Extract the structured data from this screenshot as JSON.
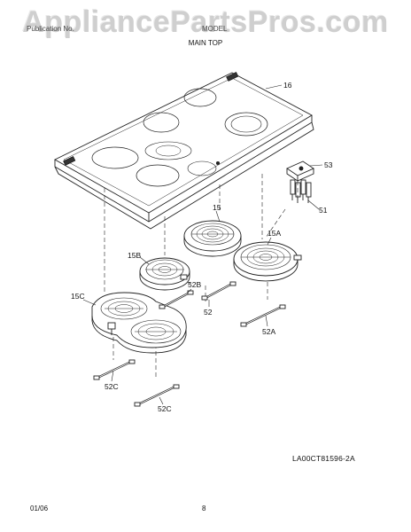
{
  "watermark": "AppliancePartsPros.com",
  "header": {
    "left_text": "Publication No.",
    "right_text": "MODEL"
  },
  "section_title": "MAIN TOP",
  "callouts": {
    "c16": "16",
    "c53": "53",
    "c51": "51",
    "c15": "15",
    "c15A": "15A",
    "c15B": "15B",
    "c15C": "15C",
    "c52B": "52B",
    "c52": "52",
    "c52A": "52A",
    "c52C_upper": "52C",
    "c52C_lower": "52C"
  },
  "part_code": "LA00CT81596-2A",
  "footer": {
    "date": "01/06",
    "page": "8"
  }
}
